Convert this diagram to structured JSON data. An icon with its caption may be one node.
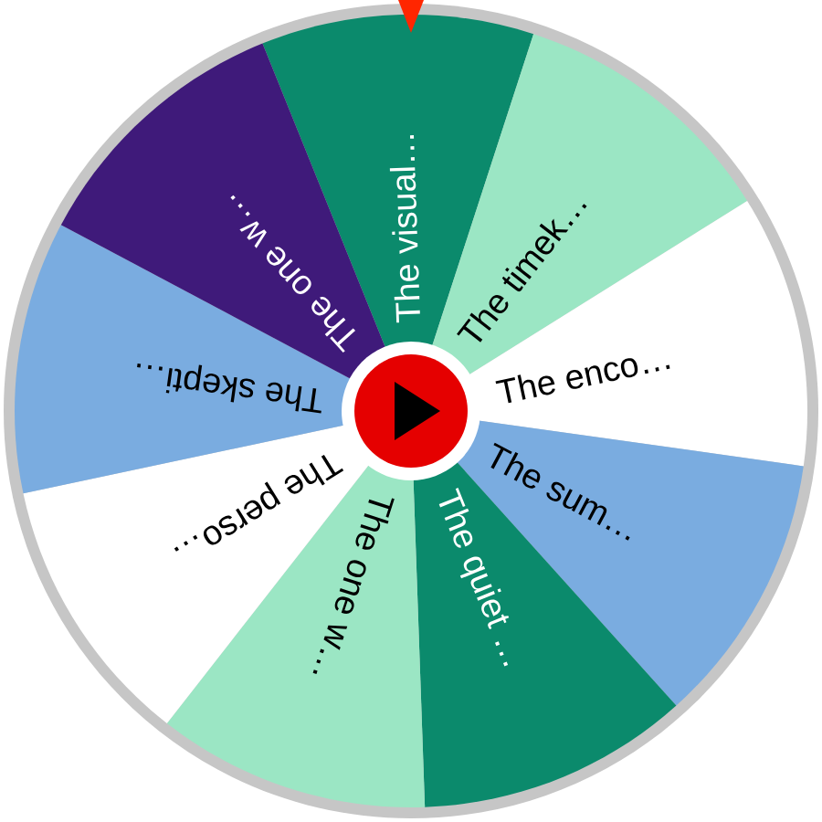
{
  "diagram": {
    "nodes": [
      {
        "text": [
          "The visual…"
        ]
      },
      {
        "text": [
          "The timek…"
        ]
      },
      {
        "text": [
          "The enco…"
        ]
      },
      {
        "text": [
          "The sum…"
        ]
      },
      {
        "text": [
          "The quiet …"
        ]
      },
      {
        "text": [
          "The one w…"
        ]
      },
      {
        "text": [
          "The perso…"
        ]
      },
      {
        "text": [
          "The skepti…"
        ]
      },
      {
        "text": [
          "The one w…"
        ]
      }
    ]
  }
}
